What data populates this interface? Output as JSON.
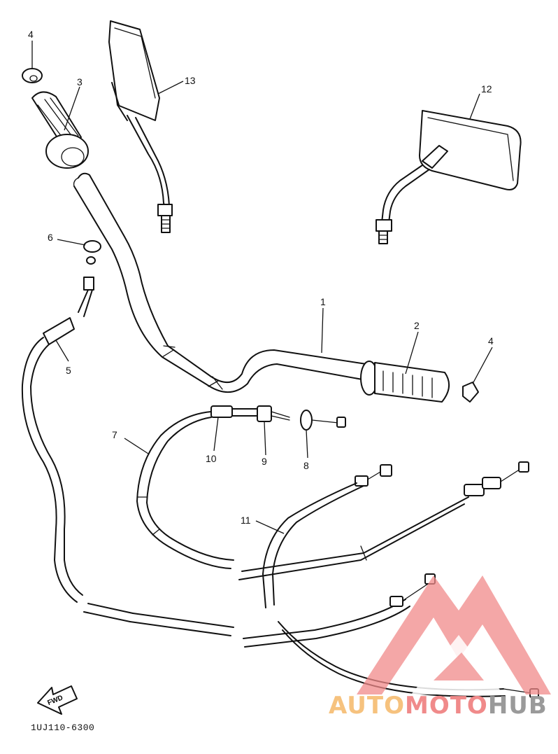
{
  "callouts": [
    {
      "id": "c-1",
      "label": "1"
    },
    {
      "id": "c-2",
      "label": "2"
    },
    {
      "id": "c-3",
      "label": "3"
    },
    {
      "id": "c-4a",
      "label": "4"
    },
    {
      "id": "c-4b",
      "label": "4"
    },
    {
      "id": "c-5",
      "label": "5"
    },
    {
      "id": "c-6",
      "label": "6"
    },
    {
      "id": "c-7",
      "label": "7"
    },
    {
      "id": "c-8",
      "label": "8"
    },
    {
      "id": "c-9",
      "label": "9"
    },
    {
      "id": "c-10",
      "label": "10"
    },
    {
      "id": "c-11",
      "label": "11"
    },
    {
      "id": "c-12",
      "label": "12"
    },
    {
      "id": "c-13",
      "label": "13"
    }
  ],
  "fwd_label": "FWD",
  "drawing_code": "1UJ110-6300",
  "watermark": {
    "part_a": "AUTO",
    "part_b": "MOTO",
    "part_c": "HUB",
    "colors": {
      "auto": "#f6c27e",
      "moto": "#f08a8a",
      "hub": "#9a9a9a"
    }
  }
}
